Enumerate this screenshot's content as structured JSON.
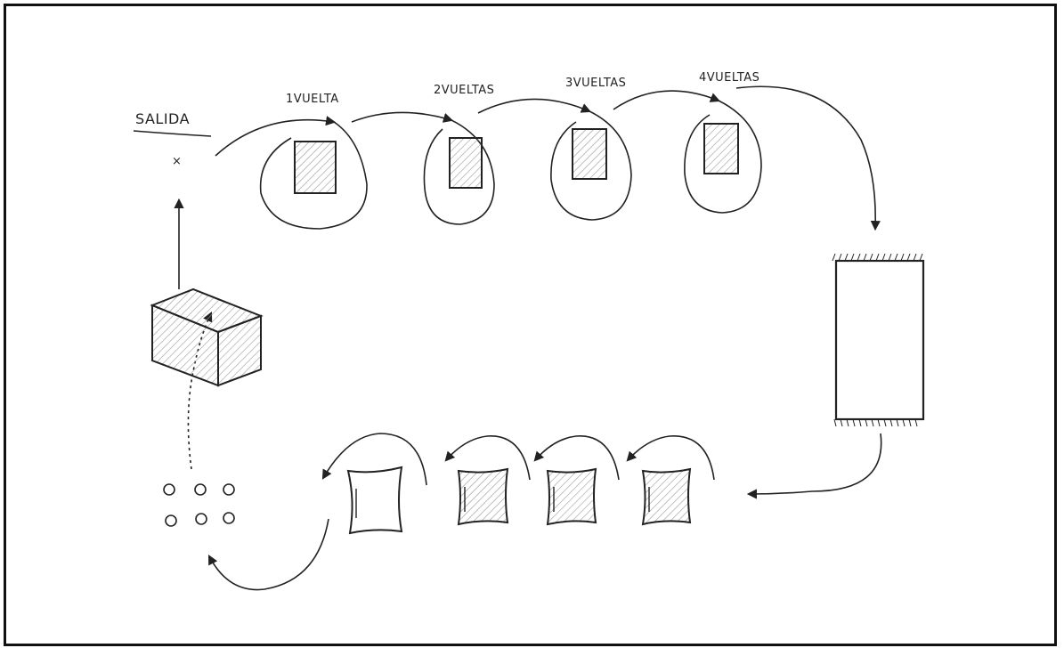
{
  "labels": {
    "start": "SALIDA",
    "start_mark": "×",
    "lap1": "1VUELTA",
    "lap2": "2VUELTAS",
    "lap3": "3VUELTAS",
    "lap4": "4VUELTAS"
  },
  "colors": {
    "ink": "#222222",
    "hatch": "#9a9a9a",
    "paper": "#ffffff"
  }
}
